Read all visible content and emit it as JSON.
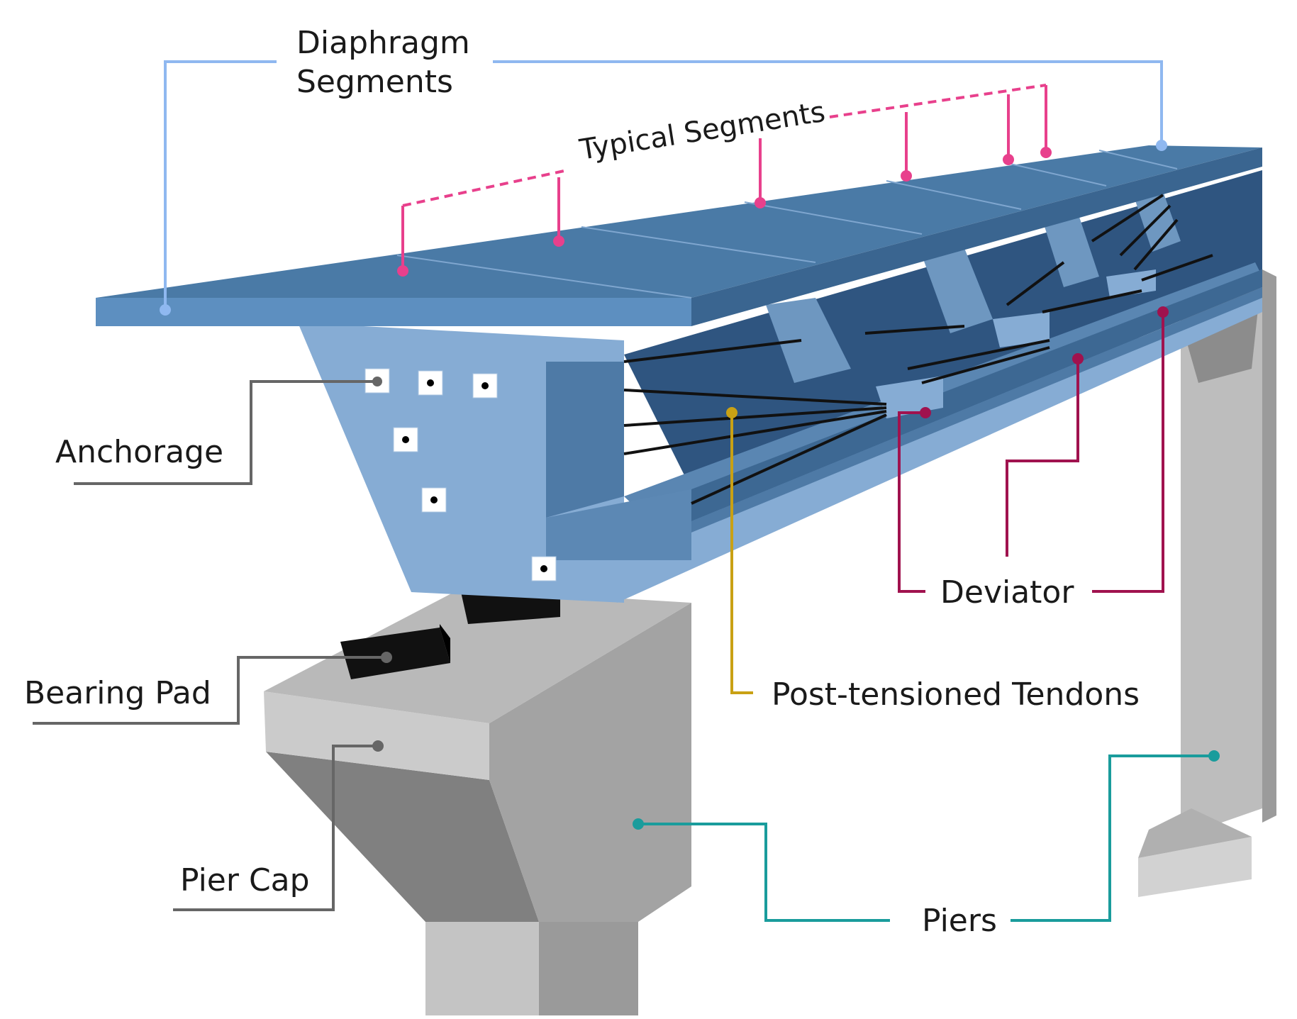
{
  "labels": {
    "diaphragm_line1": "Diaphragm",
    "diaphragm_line2": "Segments",
    "typical_segments": "Typical Segments",
    "anchorage": "Anchorage",
    "bearing_pad": "Bearing Pad",
    "pier_cap": "Pier Cap",
    "post_tensioned_tendons": "Post-tensioned Tendons",
    "deviator": "Deviator",
    "piers": "Piers"
  },
  "colors": {
    "diaphragm_leader": "#8fb8f0",
    "typical_leader": "#e8408c",
    "deviator_leader": "#a0124e",
    "tendon_leader": "#c9a114",
    "piers_leader": "#1a9c9c",
    "gray_leader": "#666666",
    "box_top": "#4a7aa6",
    "box_dark": "#2f5580",
    "box_light": "#86acd4",
    "concrete_light": "#c9c9c9",
    "concrete_mid": "#a6a6a6",
    "concrete_dark": "#7d7d7d"
  }
}
